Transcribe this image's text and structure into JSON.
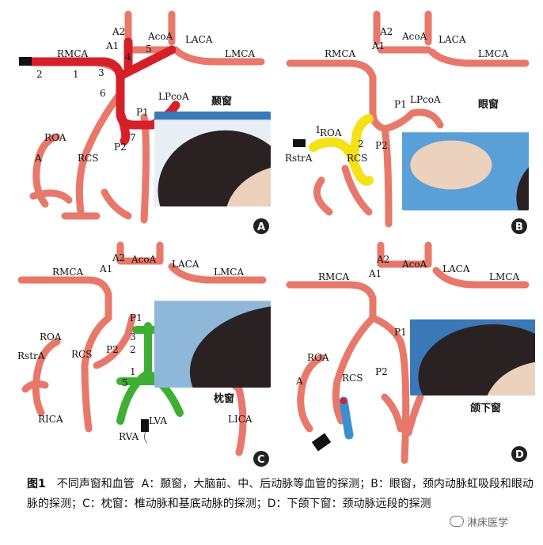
{
  "panels": {
    "a": {
      "badge": "A",
      "window": "颞窗",
      "labels": {
        "a2": "A2",
        "aco": "AcoA",
        "laca": "LACA",
        "a1": "A1",
        "rmca": "RMCA",
        "lmca": "LMCA",
        "lpco": "LPcoA",
        "p1": "P1",
        "p2": "P2",
        "roa": "ROA",
        "a": "A",
        "rcs": "RCS"
      },
      "numbers": [
        "1",
        "2",
        "3",
        "4",
        "5",
        "6",
        "7"
      ]
    },
    "b": {
      "badge": "B",
      "window": "眼窗",
      "labels": {
        "a2": "A2",
        "aco": "AcoA",
        "laca": "LACA",
        "a1": "A1",
        "rmca": "RMCA",
        "lmca": "LMCA",
        "lpco": "LPcoA",
        "p1": "P1",
        "p2": "P2",
        "roa": "ROA",
        "rstra": "RstrA",
        "rcs": "RCS"
      },
      "numbers": [
        "1",
        "2"
      ]
    },
    "c": {
      "badge": "C",
      "window": "枕窗",
      "labels": {
        "a2": "A2",
        "aco": "AcoA",
        "laca": "LACA",
        "a1": "A1",
        "rmca": "RMCA",
        "lmca": "LMCA",
        "p1": "P1",
        "p2": "P2",
        "roa": "ROA",
        "rstra": "RstrA",
        "rcs": "RCS",
        "rica": "RICA",
        "lica": "LICA",
        "rva": "RVA",
        "lva": "LVA"
      },
      "numbers": [
        "1",
        "2",
        "3",
        "5"
      ]
    },
    "d": {
      "badge": "D",
      "window": "颌下窗",
      "labels": {
        "a2": "A2",
        "aco": "AcoA",
        "laca": "LACA",
        "a1": "A1",
        "rmca": "RMCA",
        "lmca": "LMCA",
        "p1": "P1",
        "p2": "P2",
        "roa": "ROA",
        "a": "A",
        "rcs": "RCS"
      }
    }
  },
  "caption": {
    "figure": "图1",
    "title": "不同声窗和血管",
    "text": "A：颞窗，大脑前、中、后动脉等血管的探测；B：眼窗，颈内动脉虹吸段和眼动脉的探测；C：枕窗：椎动脉和基底动脉的探测；D：下颌下窗：颈动脉远段的探测"
  },
  "watermark": "淋床医学",
  "colors": {
    "vessel": "#e8786a",
    "vessel_dark": "#c9544a",
    "highlight_red": "#e0202a",
    "highlight_yellow": "#f3e218",
    "highlight_green": "#3fae35",
    "highlight_blue": "#3b8fd0",
    "skin": "#e9c9b2",
    "hair": "#2a2222",
    "cloth": "#3a78b8"
  }
}
